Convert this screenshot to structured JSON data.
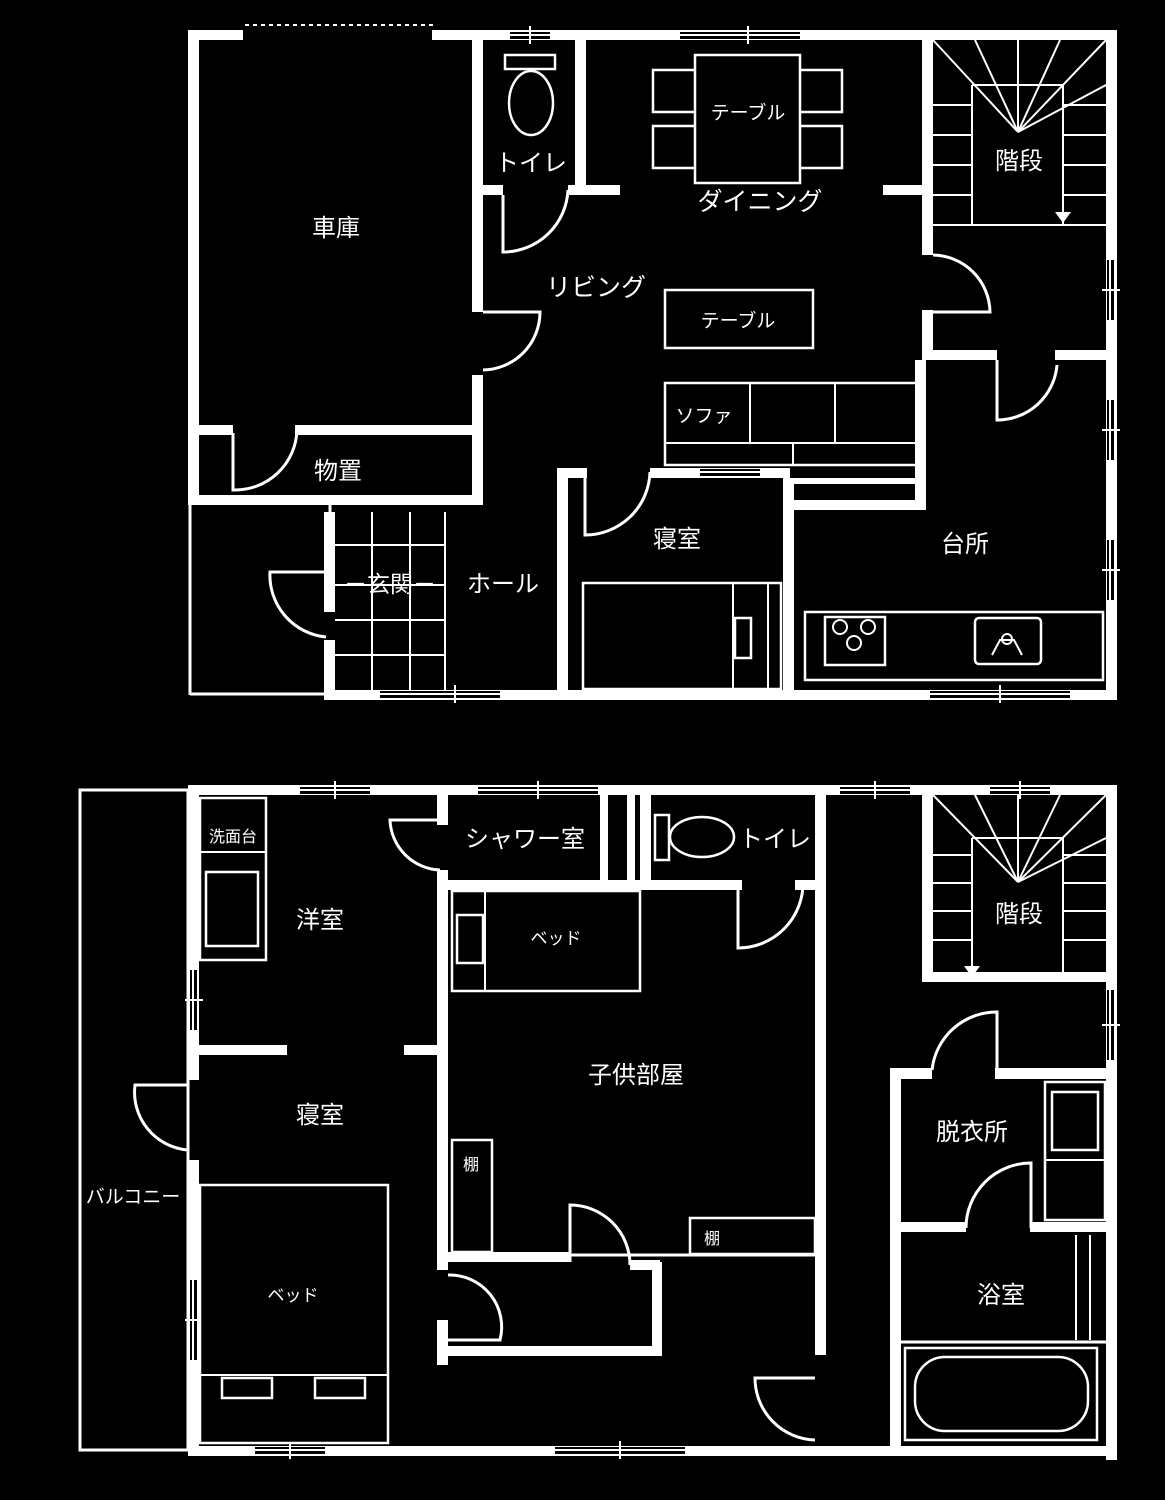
{
  "colors": {
    "background": "#000000",
    "walls": "#ffffff",
    "labels": "#ffffff"
  },
  "floor1": {
    "rooms": {
      "garage": "車庫",
      "toilet": "トイレ",
      "dining": "ダイニング",
      "dining_table": "テーブル",
      "stairs": "階段",
      "living": "リビング",
      "living_table": "テーブル",
      "sofa": "ソファ",
      "storage": "物置",
      "bedroom": "寝室",
      "kitchen": "台所",
      "entrance": "－玄関－",
      "hall": "ホール"
    }
  },
  "floor2": {
    "rooms": {
      "washbasin": "洗面台",
      "shower": "シャワー室",
      "toilet": "トイレ",
      "western_room": "洋室",
      "kids_bed": "ベッド",
      "stairs": "階段",
      "kids_room": "子供部屋",
      "bedroom": "寝室",
      "dressing": "脱衣所",
      "shelf_left": "棚",
      "shelf_right": "棚",
      "balcony": "バルコニー",
      "bed": "ベッド",
      "bathroom": "浴室"
    }
  }
}
